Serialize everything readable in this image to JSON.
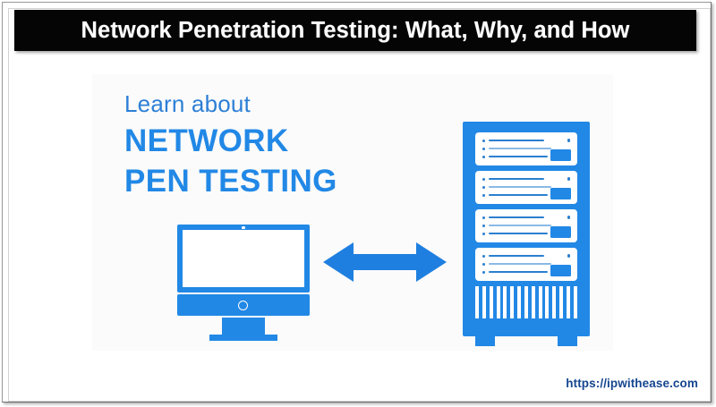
{
  "frame": {
    "background_color": "#ffffff",
    "border_color": "#9a9a9a"
  },
  "title_banner": {
    "text": "Network Penetration Testing: What, Why, and How",
    "background_color": "#050505",
    "text_color": "#ffffff"
  },
  "illustration": {
    "panel_background": "#fbfbfb",
    "accent_color": "#2288e6",
    "headline": {
      "kicker": "Learn about",
      "line1": "NETWORK",
      "line2": "PEN TESTING",
      "kicker_color": "#2d7fd6",
      "main_color": "#2288e6"
    },
    "monitor": {
      "label": "desktop-monitor",
      "screen_color": "#ffffff",
      "bezel_color": "#2288e6"
    },
    "connection_arrow": {
      "label": "bidirectional-arrow",
      "direction": "both",
      "color": "#1f7fe0"
    },
    "server_rack": {
      "label": "server-rack",
      "unit_count": 4,
      "grille_slat_count": 15,
      "leg_count": 2,
      "body_color": "#2288e6",
      "unit_color": "#ffffff",
      "unit_detail_color": "#2b7fd0"
    }
  },
  "watermark": {
    "text": "https://ipwithease.com",
    "color": "#15468f"
  }
}
